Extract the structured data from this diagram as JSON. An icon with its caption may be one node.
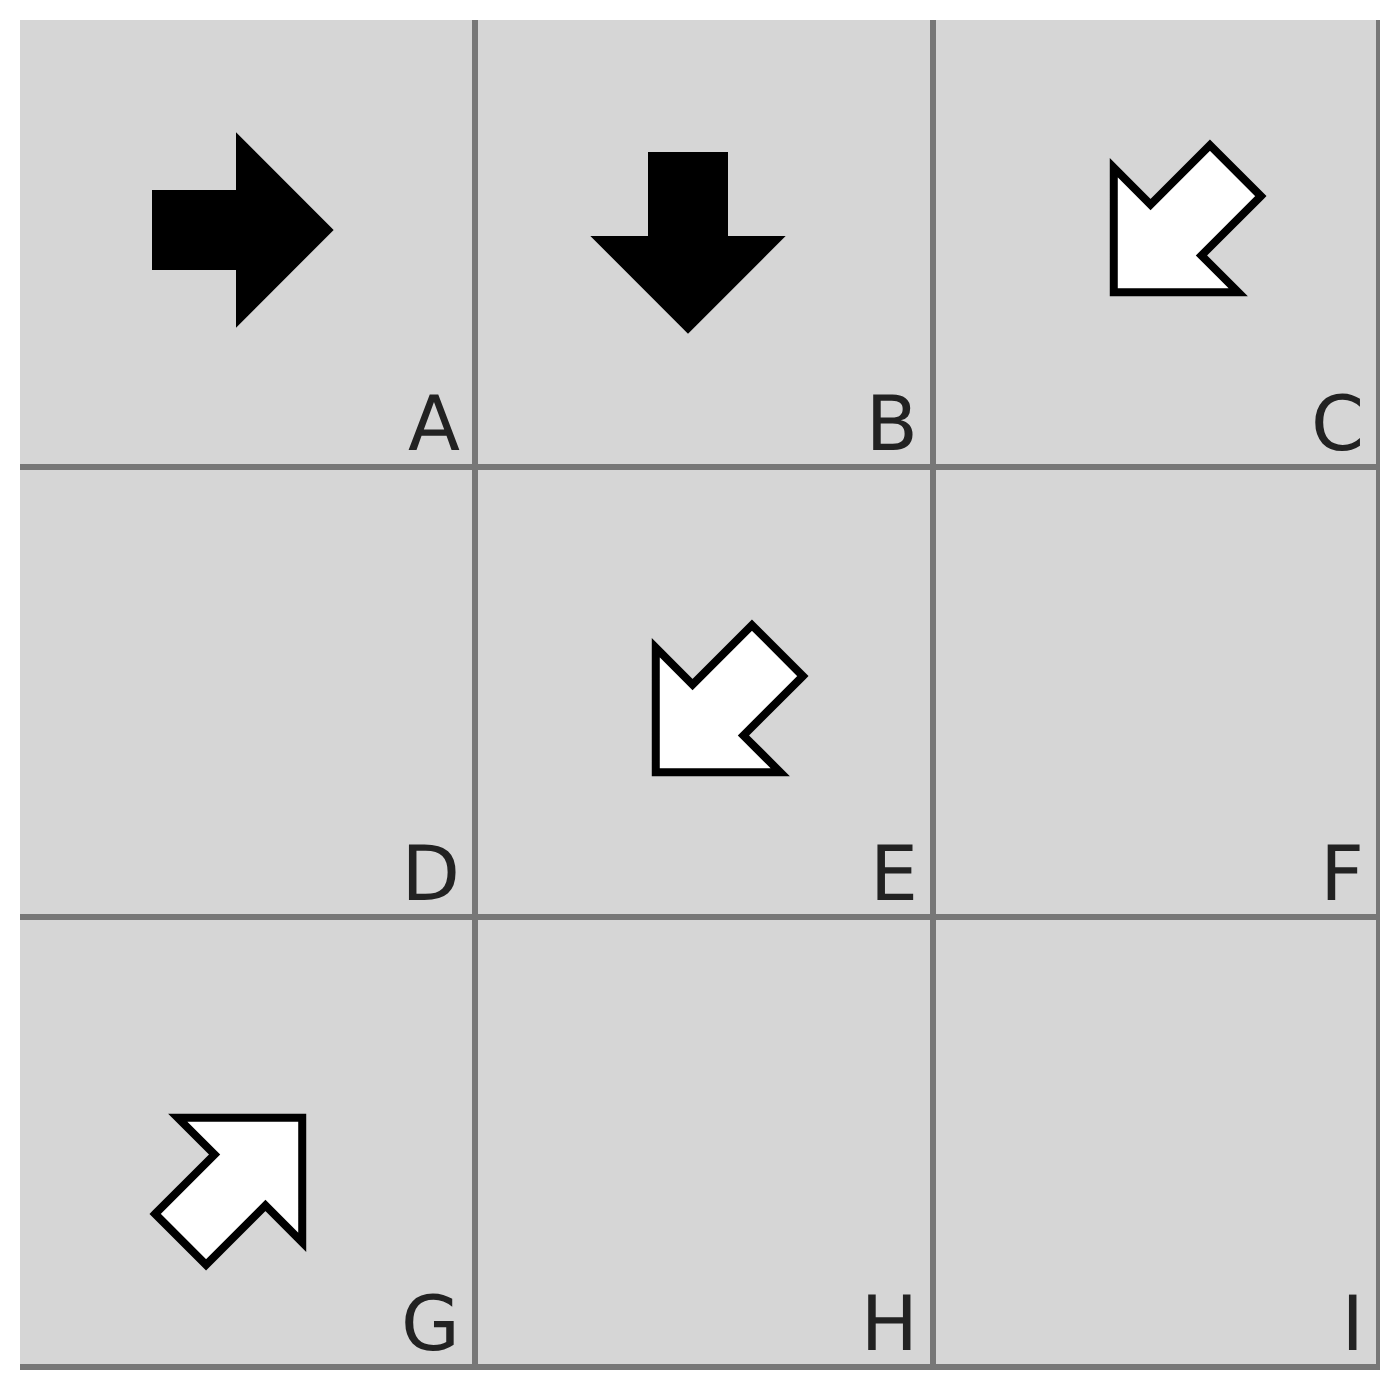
{
  "diagram": {
    "nodes": [
      {
        "text": [
          "A"
        ]
      },
      {
        "text": [
          "B"
        ]
      },
      {
        "text": [
          "C"
        ]
      },
      {
        "text": [
          "D"
        ]
      },
      {
        "text": [
          "E"
        ]
      },
      {
        "text": [
          "F"
        ]
      },
      {
        "text": [
          "G"
        ]
      },
      {
        "text": [
          "H"
        ]
      },
      {
        "text": [
          "I"
        ]
      }
    ]
  }
}
